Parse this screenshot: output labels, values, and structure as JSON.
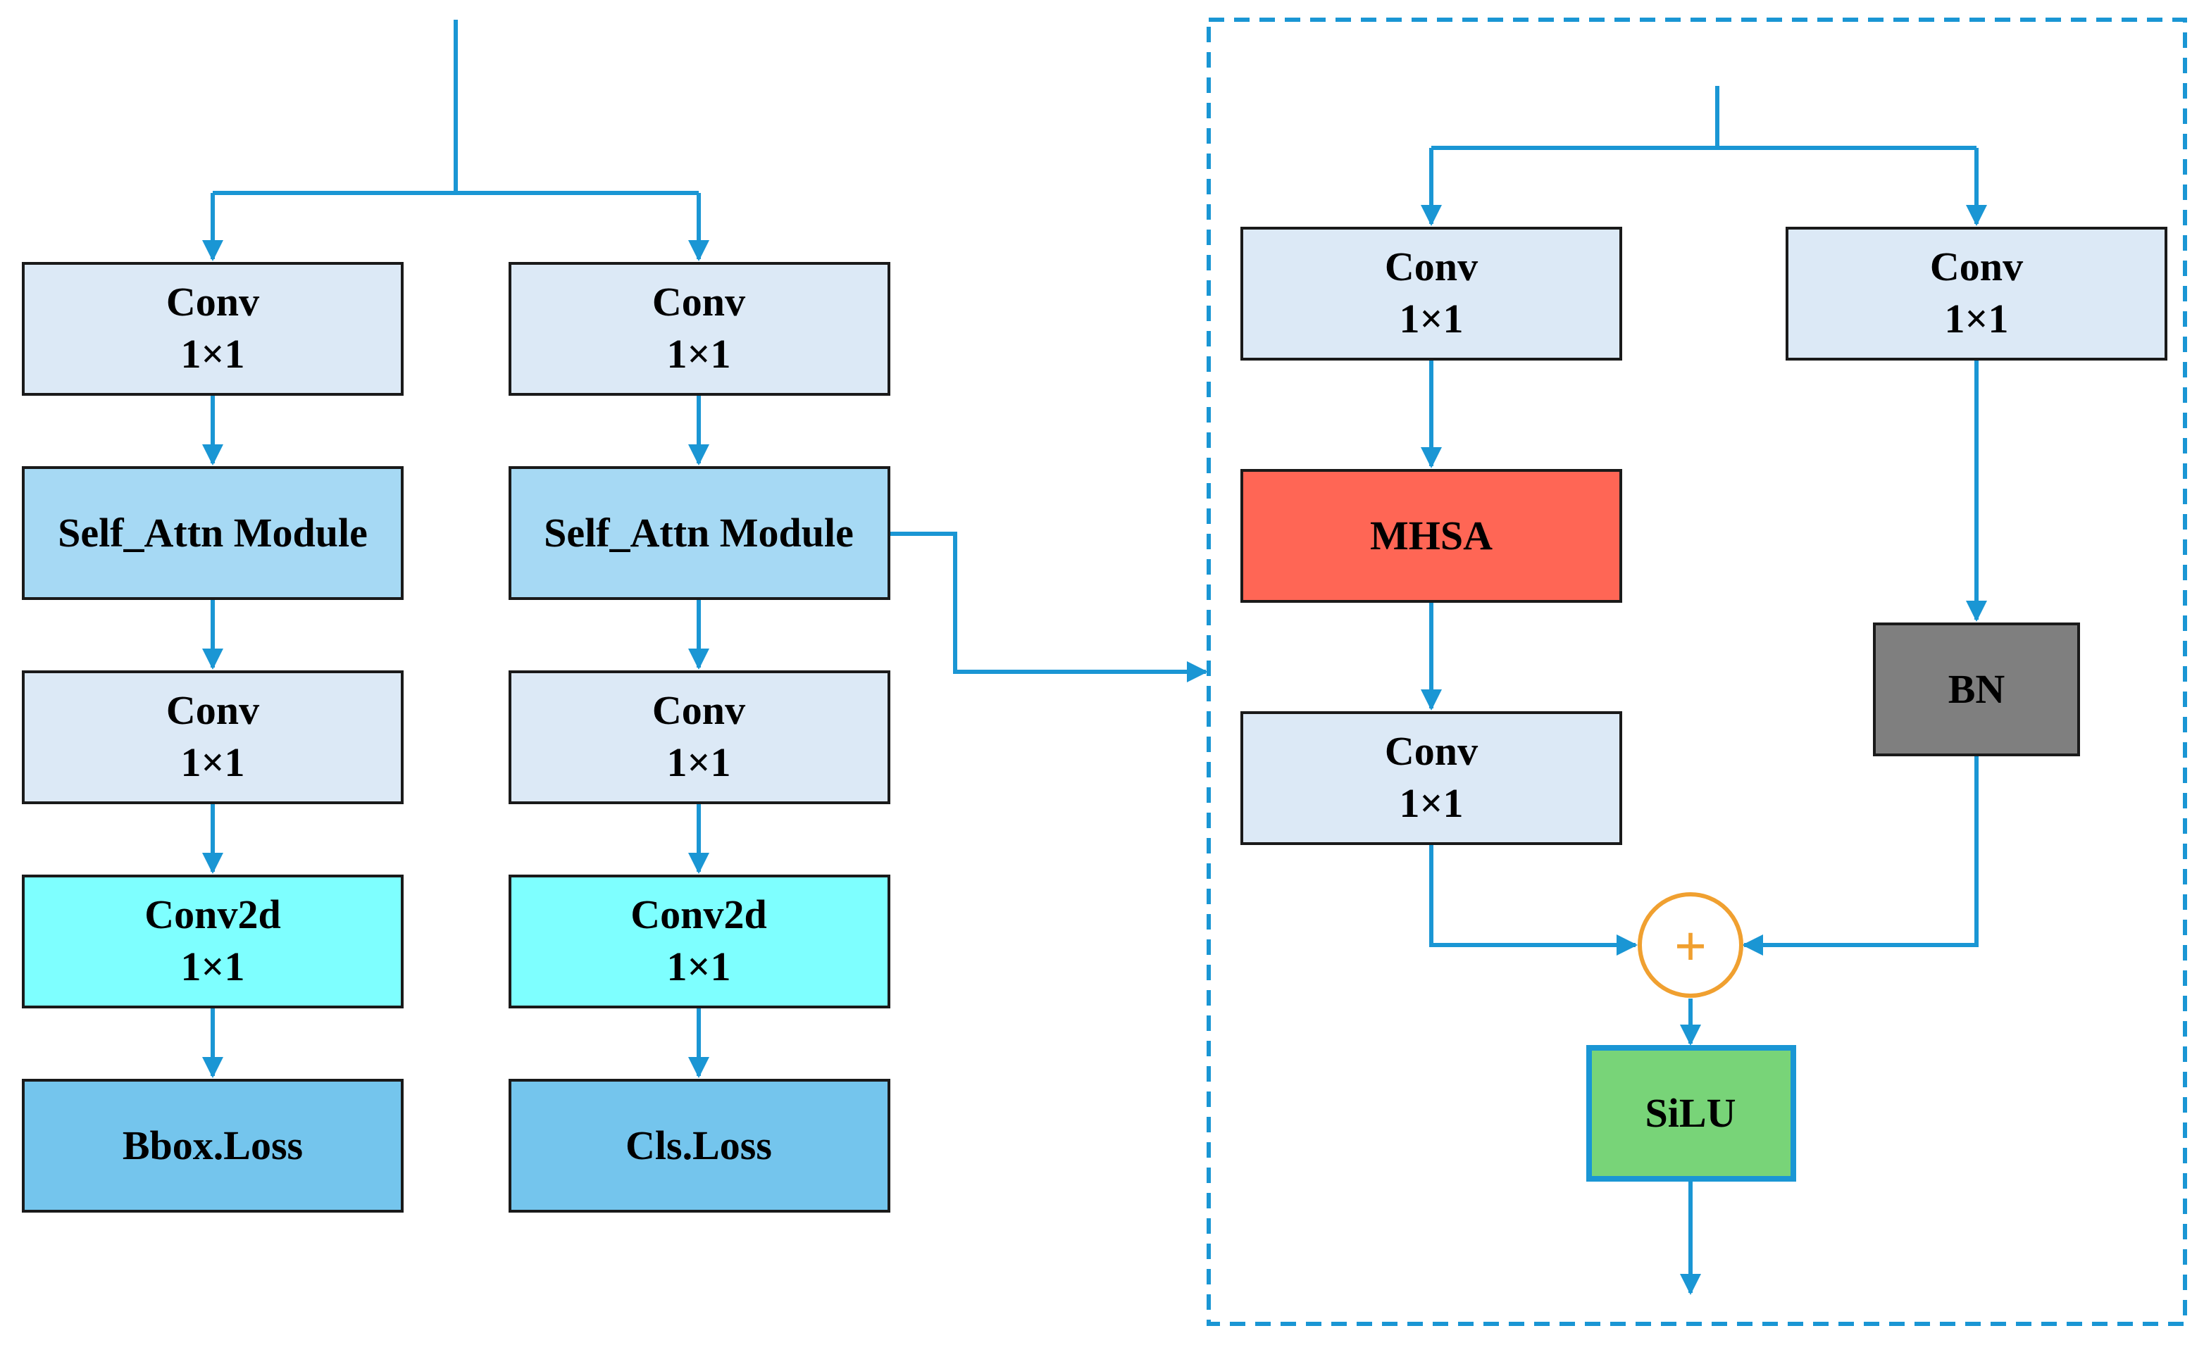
{
  "colors": {
    "connector": "#1a96d4",
    "conv": "#dce9f6",
    "attn": "#a6d9f4",
    "conv2d": "#7effff",
    "loss": "#74c5ed",
    "mhsa": "#ff6655",
    "bn": "#7f7f7f",
    "silu": "#78d478",
    "silu_border": "#1a96d4",
    "plus_ring": "#f0a030",
    "dashed_border": "#1a96d4"
  },
  "left_heads": [
    {
      "conv1": [
        "Conv",
        "1×1"
      ],
      "attn": "Self_Attn Module",
      "conv2": [
        "Conv",
        "1×1"
      ],
      "conv2d": [
        "Conv2d",
        "1×1"
      ],
      "loss": "Bbox.Loss"
    },
    {
      "conv1": [
        "Conv",
        "1×1"
      ],
      "attn": "Self_Attn Module",
      "conv2": [
        "Conv",
        "1×1"
      ],
      "conv2d": [
        "Conv2d",
        "1×1"
      ],
      "loss": "Cls.Loss"
    }
  ],
  "module": {
    "left_conv": [
      "Conv",
      "1×1"
    ],
    "mhsa": "MHSA",
    "out_conv": [
      "Conv",
      "1×1"
    ],
    "right_conv": [
      "Conv",
      "1×1"
    ],
    "bn": "BN",
    "sum_symbol": "+",
    "activation": "SiLU"
  }
}
